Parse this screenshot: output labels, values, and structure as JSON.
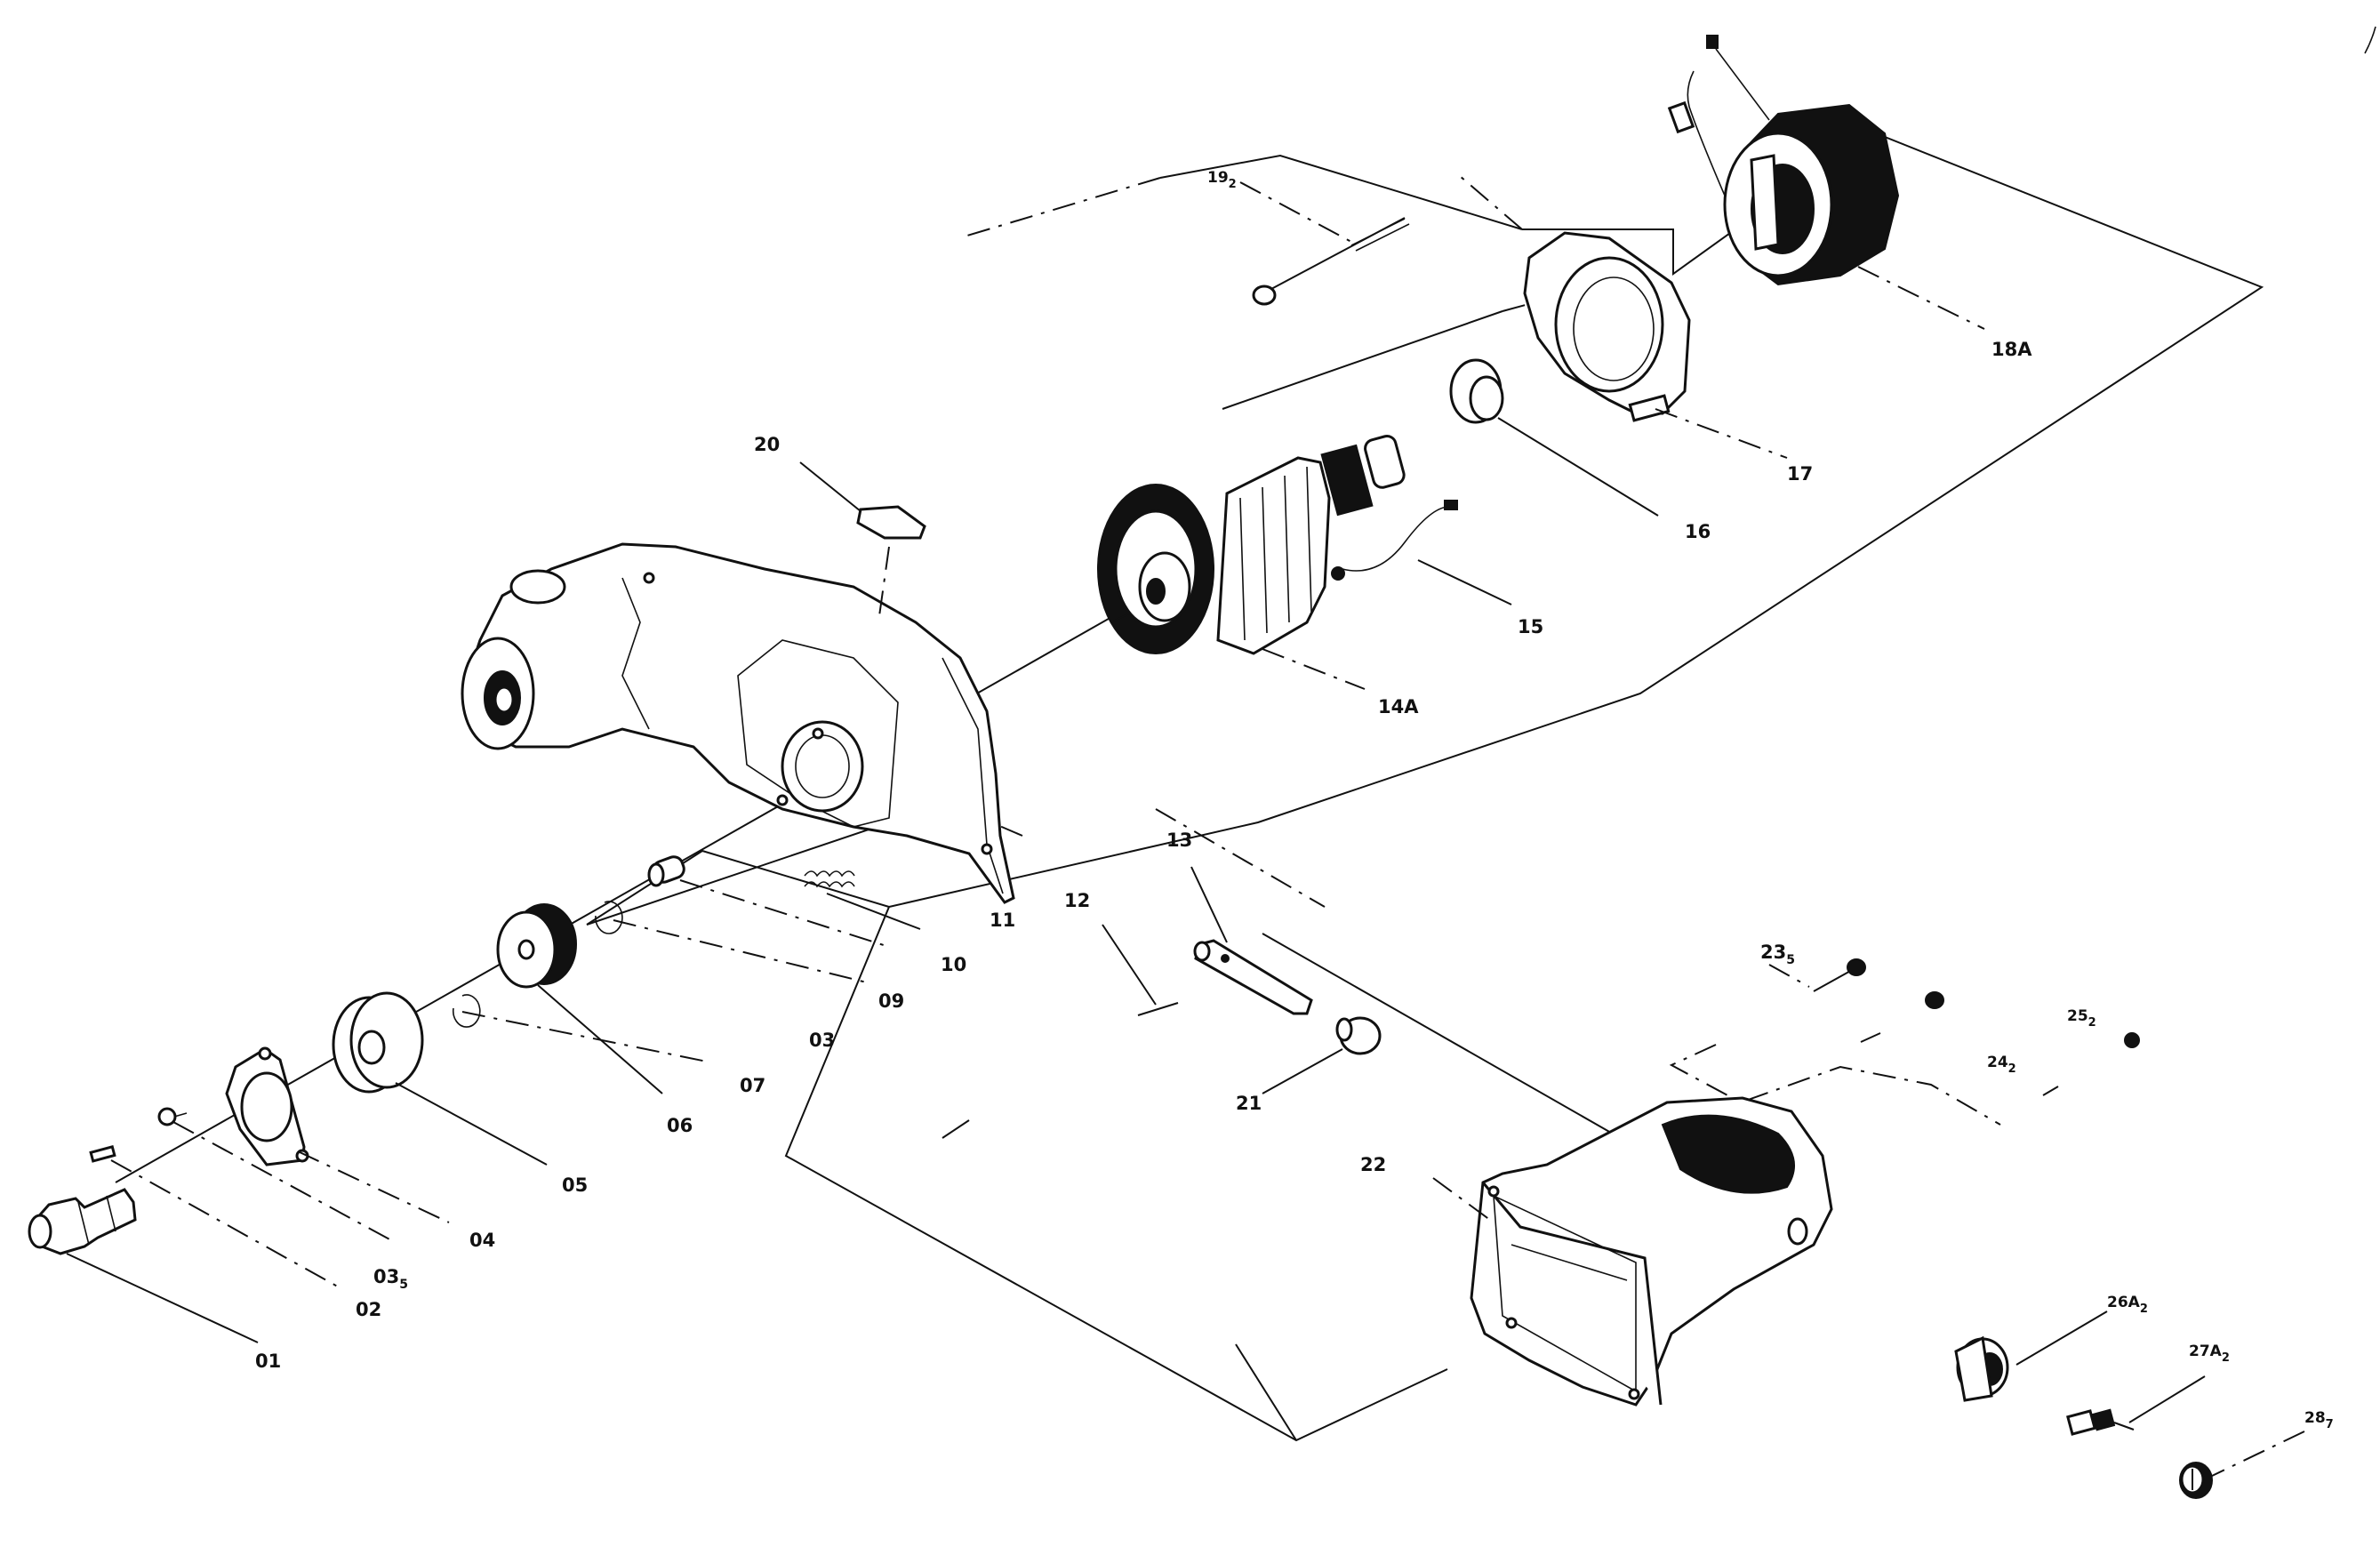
{
  "labels": {
    "p01": "01",
    "p02": "02",
    "p03a": "03",
    "p03b": "03",
    "p03b_sub": "5",
    "p04": "04",
    "p05": "05",
    "p06": "06",
    "p07": "07",
    "p09": "09",
    "p10": "10",
    "p11": "11",
    "p12": "12",
    "p13": "13",
    "p14": "14A",
    "p15": "15",
    "p16": "16",
    "p17": "17",
    "p18": "18A",
    "p19": "19",
    "p19_sub": "2",
    "p20": "20",
    "p21": "21",
    "p22": "22",
    "p23": "23",
    "p23_sub": "5",
    "p24": "24",
    "p24_sub": "2",
    "p25": "25",
    "p25_sub": "2",
    "p26": "26A",
    "p26_sub": "2",
    "p27": "27A",
    "p27_sub": "2",
    "p28": "28",
    "p28_sub": "7"
  }
}
